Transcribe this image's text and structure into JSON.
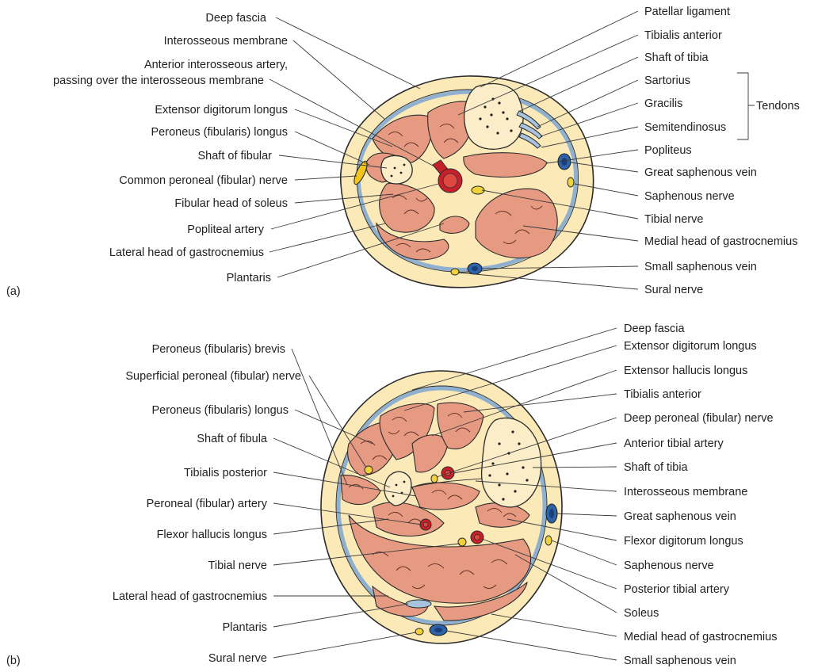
{
  "panel_a": {
    "tag": "(a)",
    "labels_left": [
      "Deep fascia",
      "Interosseous membrane",
      "Anterior interosseous artery,",
      "passing over the interosseous membrane",
      "Extensor digitorum longus",
      "Peroneus (fibularis) longus",
      "Shaft of fibular",
      "Common peroneal (fibular) nerve",
      "Fibular head of soleus",
      "Popliteal artery",
      "Lateral head of gastrocnemius",
      "Plantaris"
    ],
    "labels_right": [
      "Patellar ligament",
      "Tibialis anterior",
      "Shaft of tibia",
      "Sartorius",
      "Gracilis",
      "Semitendinosus",
      "Popliteus",
      "Great saphenous vein",
      "Saphenous nerve",
      "Tibial nerve",
      "Medial head of gastrocnemius",
      "Small saphenous vein",
      "Sural nerve"
    ],
    "bracket_label": "Tendons"
  },
  "panel_b": {
    "tag": "(b)",
    "labels_left": [
      "Peroneus (fibularis) brevis",
      "Superficial peroneal (fibular) nerve",
      "Peroneus (fibularis) longus",
      "Shaft of fibula",
      "Tibialis posterior",
      "Peroneal (fibular) artery",
      "Flexor hallucis longus",
      "Tibial nerve",
      "Lateral head of gastrocnemius",
      "Plantaris",
      "Sural nerve"
    ],
    "labels_right": [
      "Deep fascia",
      "Extensor digitorum longus",
      "Extensor hallucis longus",
      "Tibialis anterior",
      "Deep peroneal (fibular) nerve",
      "Anterior tibial artery",
      "Shaft of tibia",
      "Interosseous membrane",
      "Great saphenous vein",
      "Flexor digitorum longus",
      "Saphenous nerve",
      "Posterior tibial artery",
      "Soleus",
      "Medial head of gastrocnemius",
      "Small saphenous vein"
    ]
  },
  "colors": {
    "skin": "#fbe9b8",
    "fascia": "#8fb1cf",
    "muscle": "#e79a82",
    "bone": "#fbedc8",
    "artery": "#c8202b",
    "vein": "#2f63a8",
    "nerve": "#f2d23a"
  }
}
